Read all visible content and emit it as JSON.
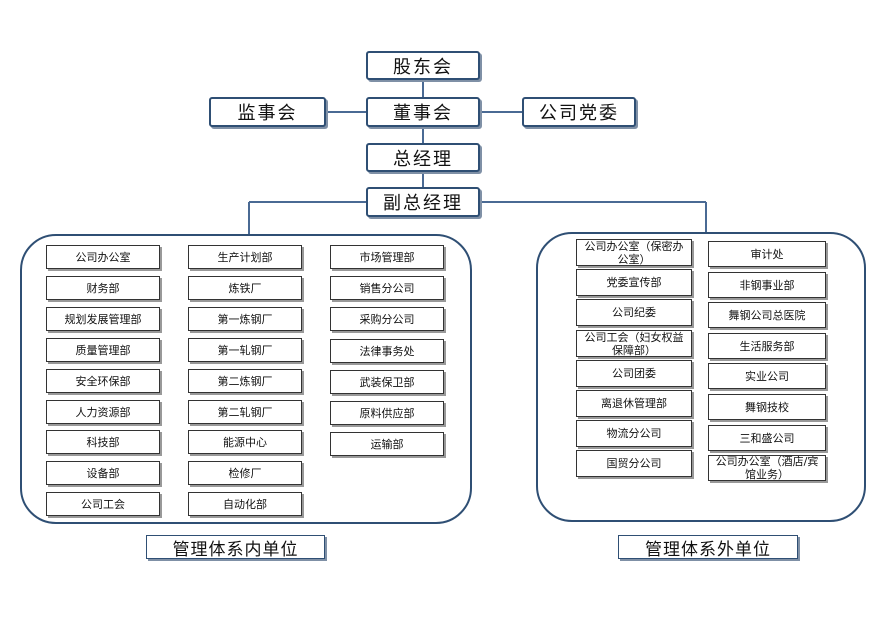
{
  "top": {
    "shareholders": "股东会",
    "supervisors": "监事会",
    "board": "董事会",
    "party": "公司党委",
    "gm": "总经理",
    "vgm": "副总经理"
  },
  "internal": {
    "caption": "管理体系内单位",
    "col1": [
      "公司办公室",
      "财务部",
      "规划发展管理部",
      "质量管理部",
      "安全环保部",
      "人力资源部",
      "科技部",
      "设备部",
      "公司工会"
    ],
    "col2": [
      "生产计划部",
      "炼铁厂",
      "第一炼钢厂",
      "第一轧钢厂",
      "第二炼钢厂",
      "第二轧钢厂",
      "能源中心",
      "检修厂",
      "自动化部"
    ],
    "col3": [
      "市场管理部",
      "销售分公司",
      "采购分公司",
      "法律事务处",
      "武装保卫部",
      "原料供应部",
      "运输部"
    ]
  },
  "external": {
    "caption": "管理体系外单位",
    "col1": [
      "公司办公室（保密办公室）",
      "党委宣传部",
      "公司纪委",
      "公司工会（妇女权益保障部）",
      "公司团委",
      "离退休管理部",
      "物流分公司",
      "国贸分公司"
    ],
    "col2": [
      "审计处",
      "非钢事业部",
      "舞钢公司总医院",
      "生活服务部",
      "实业公司",
      "舞钢技校",
      "三和盛公司",
      "公司办公室（酒店/宾馆业务）"
    ]
  }
}
